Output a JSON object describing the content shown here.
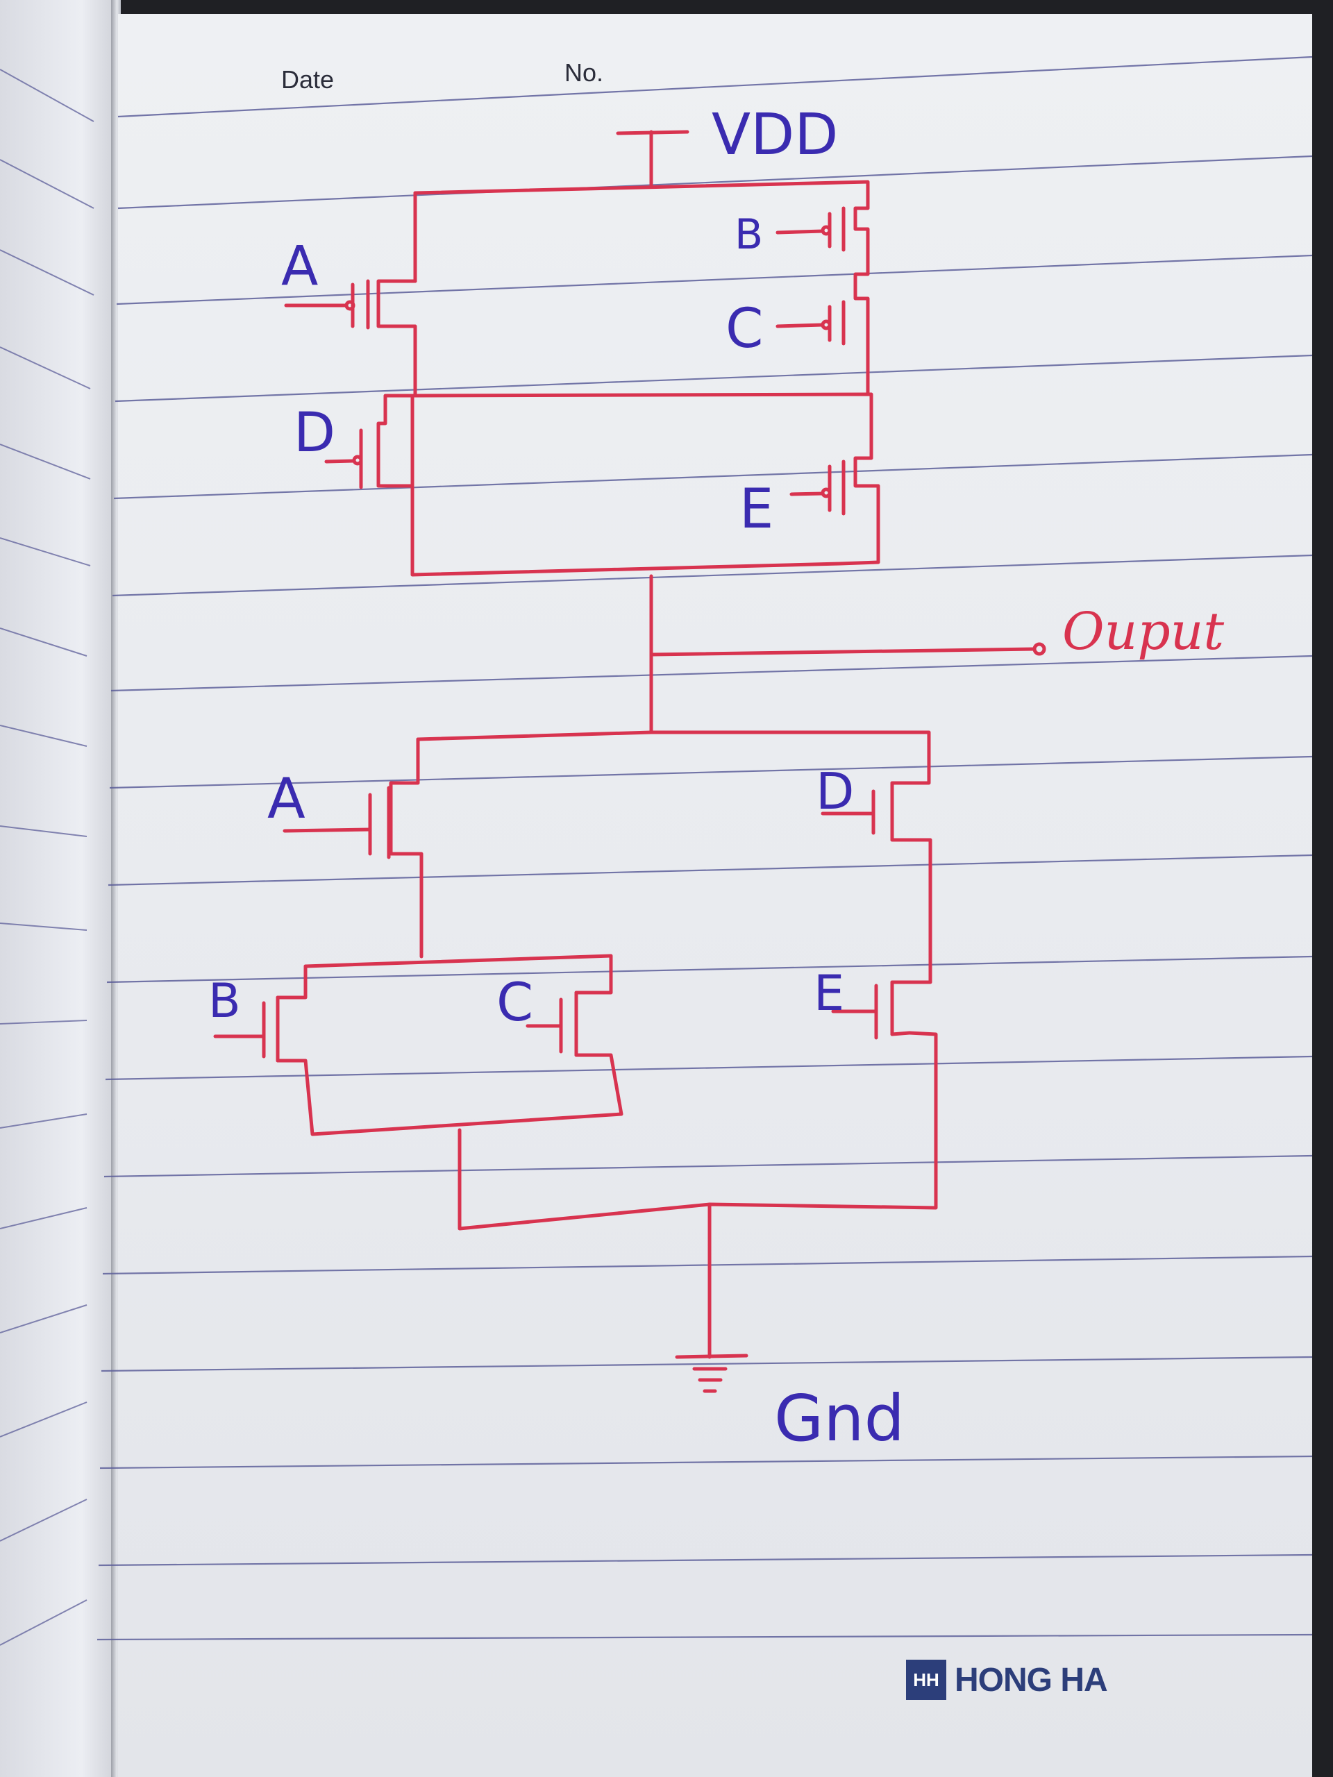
{
  "notebook": {
    "date_label": "Date",
    "number_label": "No.",
    "brand_mark": "HH",
    "brand_name": "HONG HA"
  },
  "circuit": {
    "supply_label": "VDD",
    "ground_label": "Gnd",
    "output_label": "Ouput",
    "pullup_inputs": {
      "a": "A",
      "b": "B",
      "c": "C",
      "d": "D",
      "e": "E"
    },
    "pulldown_inputs": {
      "a": "A",
      "b": "B",
      "c": "C",
      "d": "D",
      "e": "E"
    }
  },
  "colors": {
    "wire": "#d8334f",
    "ink": "#3a2bb0",
    "ruling": "#5d5f9a",
    "brand": "#2c3e7a"
  }
}
